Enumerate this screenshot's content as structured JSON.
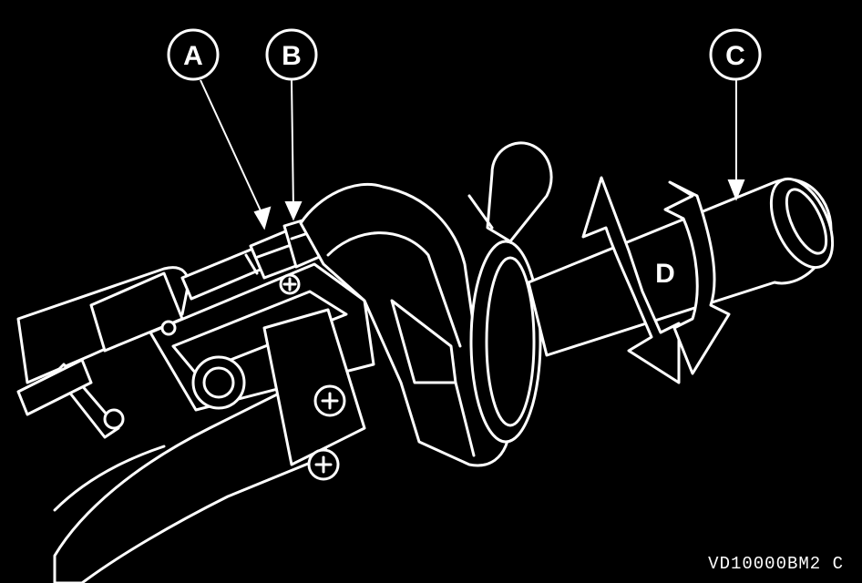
{
  "callouts": {
    "a": "A",
    "b": "B",
    "c": "C",
    "d": "D"
  },
  "figure_code": "VD10000BM2 C",
  "colors": {
    "background": "#000000",
    "line": "#ffffff"
  }
}
